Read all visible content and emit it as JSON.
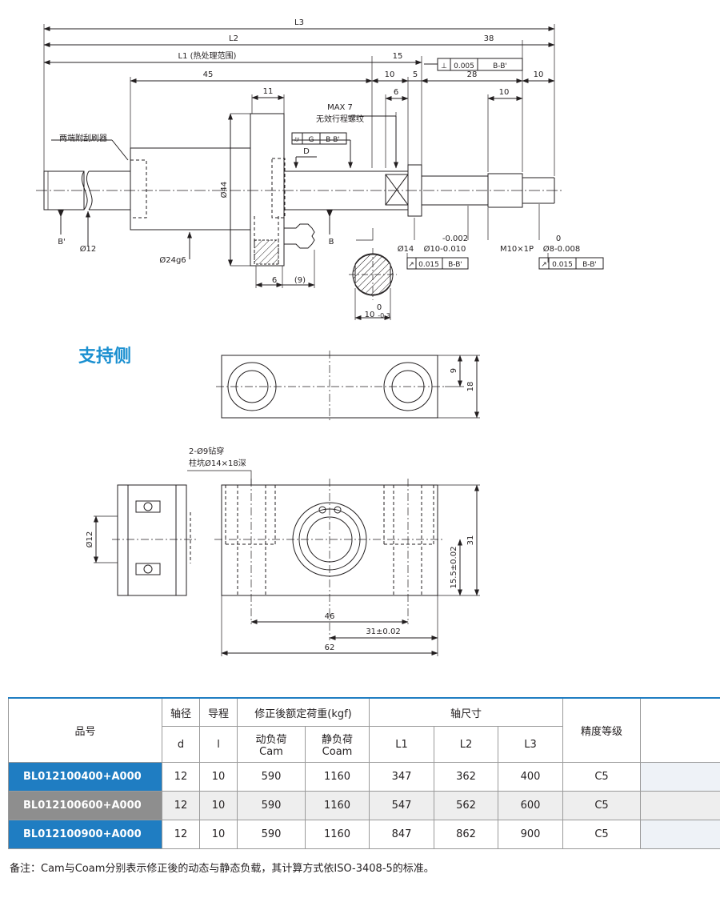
{
  "drawing": {
    "dims": {
      "L3": "L3",
      "L2": "L2",
      "d38": "38",
      "L1": "L1 (热处理范围)",
      "d15": "15",
      "d45": "45",
      "d10a": "10",
      "d5": "5",
      "d28": "28",
      "d10b": "10",
      "d11": "11",
      "d6a": "6",
      "d10c": "10",
      "max7": "MAX 7",
      "ineff": "无效行程螺纹",
      "D": "D",
      "B": "B",
      "Bp": "B'",
      "dia12": "Ø12",
      "dia24": "Ø24g6",
      "dia44": "Ø44",
      "d6b": "6",
      "d9p": "(9)",
      "dia14": "Ø14",
      "tol10u": "-0.002",
      "tol10": "Ø10-0.010",
      "m10": "M10×1P",
      "tol8u": "0",
      "tol8": "Ø8-0.008",
      "w10u": "0",
      "w10": "10",
      "w10l": "-0.3",
      "wiper": "两端附刮刷器",
      "gt_perp_sym": "⊥",
      "gt_perp_val": "0.005",
      "gt_perp_ref": "B-B'",
      "gt_g_sym": "⌭",
      "gt_g_val": "G",
      "gt_g_ref": "B-B'",
      "gt_r1_sym": "↗",
      "gt_r1_val": "0.015",
      "gt_r1_ref": "B-B'",
      "gt_r2_sym": "↗",
      "gt_r2_val": "0.015",
      "gt_r2_ref": "B-B'"
    },
    "support": {
      "title": "支持侧",
      "d9": "9",
      "d18": "18",
      "hole_note1": "2-Ø9钻穿",
      "hole_note2": "柱坑Ø14×18深",
      "dia12": "Ø12",
      "d31": "31",
      "d155": "15.5±0.02",
      "d46": "46",
      "d31b": "31±0.02",
      "d62": "62"
    }
  },
  "table": {
    "headers": {
      "part": "品号",
      "shaft": "轴径",
      "lead": "导程",
      "load": "修正後额定荷重(kgf)",
      "dims": "轴尺寸",
      "grade": "精度等级",
      "d": "d",
      "l": "l",
      "dyn1": "动负荷",
      "dyn2": "Cam",
      "sta1": "静负荷",
      "sta2": "Coam",
      "L1": "L1",
      "L2": "L2",
      "L3": "L3"
    },
    "rows": [
      {
        "part": "BL012100400+A000",
        "d": "12",
        "l": "10",
        "cam": "590",
        "coam": "1160",
        "L1": "347",
        "L2": "362",
        "L3": "400",
        "grade": "C5",
        "color": "#1f7dc2"
      },
      {
        "part": "BL012100600+A000",
        "d": "12",
        "l": "10",
        "cam": "590",
        "coam": "1160",
        "L1": "547",
        "L2": "562",
        "L3": "600",
        "grade": "C5",
        "color": "#8e8e8e"
      },
      {
        "part": "BL012100900+A000",
        "d": "12",
        "l": "10",
        "cam": "590",
        "coam": "1160",
        "L1": "847",
        "L2": "862",
        "L3": "900",
        "grade": "C5",
        "color": "#1f7dc2"
      }
    ]
  },
  "note": "备注：Cam与Coam分别表示修正後的动态与静态负载，其计算方式依ISO-3408-5的标准。"
}
